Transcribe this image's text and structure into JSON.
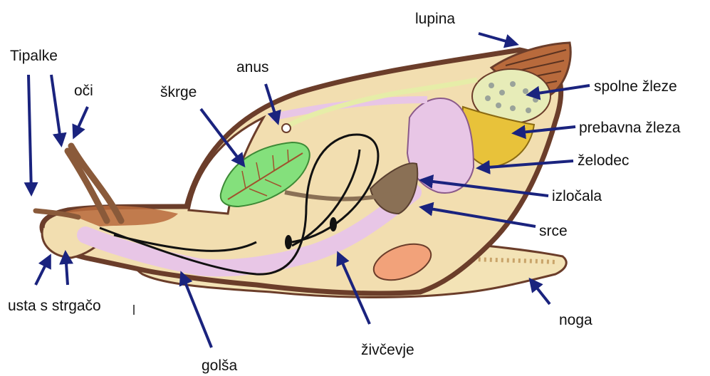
{
  "labels": {
    "lupina": "lupina",
    "tipalke": "Tipalke",
    "oci": "oči",
    "anus": "anus",
    "skrge": "škrge",
    "spolne_zleze": "spolne žleze",
    "prebavna_zleza": "prebavna žleza",
    "zelodec": "želodec",
    "izlocala": "izločala",
    "srce": "srce",
    "usta": "usta s strgačo",
    "noga": "noga",
    "golsa": "golša",
    "zivcevje": "živčevje"
  },
  "colors": {
    "arrow": "#1a237e",
    "shell_outline": "#6b3d2a",
    "body_fill": "#f2deb0",
    "foot_fill": "#f3e3b6",
    "gill": "#84e07c",
    "digestive_pink": "#e8c6e6",
    "gland_yellow": "#e8c23a",
    "gonad": "#e7ecb8",
    "heart": "#8a7055",
    "organ_orange": "#f2a27a",
    "shell_apex": "#b86a3c",
    "nerve": "#111111"
  }
}
